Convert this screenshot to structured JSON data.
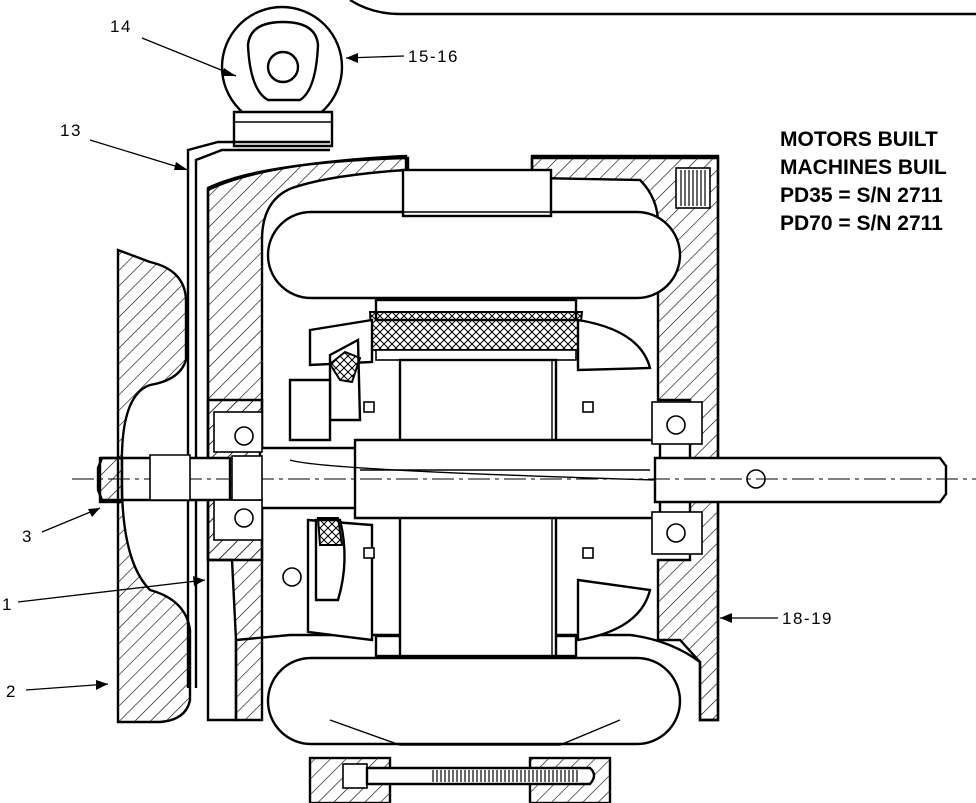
{
  "diagram": {
    "note_lines": [
      "MOTORS BUILT",
      "MACHINES BUIL",
      "PD35 = S/N 2711",
      "PD70 = S/N 2711"
    ],
    "callouts": {
      "c1": "1",
      "c2": "2",
      "c3": "3",
      "c13": "13",
      "c14": "14",
      "c15_16": "15-16",
      "c18_19": "18-19"
    }
  }
}
